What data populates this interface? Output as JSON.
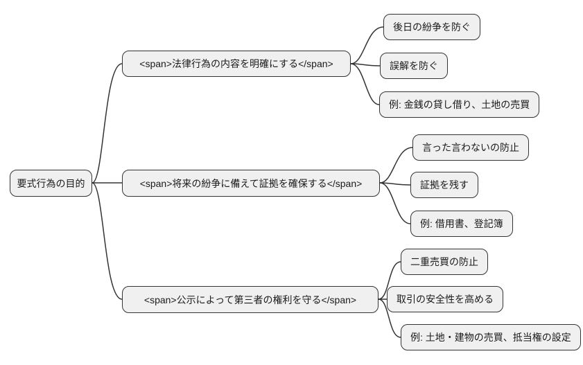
{
  "mindmap": {
    "title": "要式行為の目的 mindmap",
    "colors": {
      "background": "#ffffff",
      "node_fill": "#f0f0f0",
      "node_border": "#333333",
      "link": "#333333",
      "text": "#1a1a1a"
    },
    "root": {
      "label": "要式行為の目的"
    },
    "branches": [
      {
        "label": "<span>法律行為の内容を明確にする</span>",
        "children": [
          {
            "label": "後日の紛争を防ぐ"
          },
          {
            "label": "誤解を防ぐ"
          },
          {
            "label": "例: 金銭の貸し借り、土地の売買"
          }
        ]
      },
      {
        "label": "<span>将来の紛争に備えて証拠を確保する</span>",
        "children": [
          {
            "label": "言った言わないの防止"
          },
          {
            "label": "証拠を残す"
          },
          {
            "label": "例: 借用書、登記簿"
          }
        ]
      },
      {
        "label": "<span>公示によって第三者の権利を守る</span>",
        "children": [
          {
            "label": "二重売買の防止"
          },
          {
            "label": "取引の安全性を高める"
          },
          {
            "label": "例: 土地・建物の売買、抵当権の設定"
          }
        ]
      }
    ]
  }
}
